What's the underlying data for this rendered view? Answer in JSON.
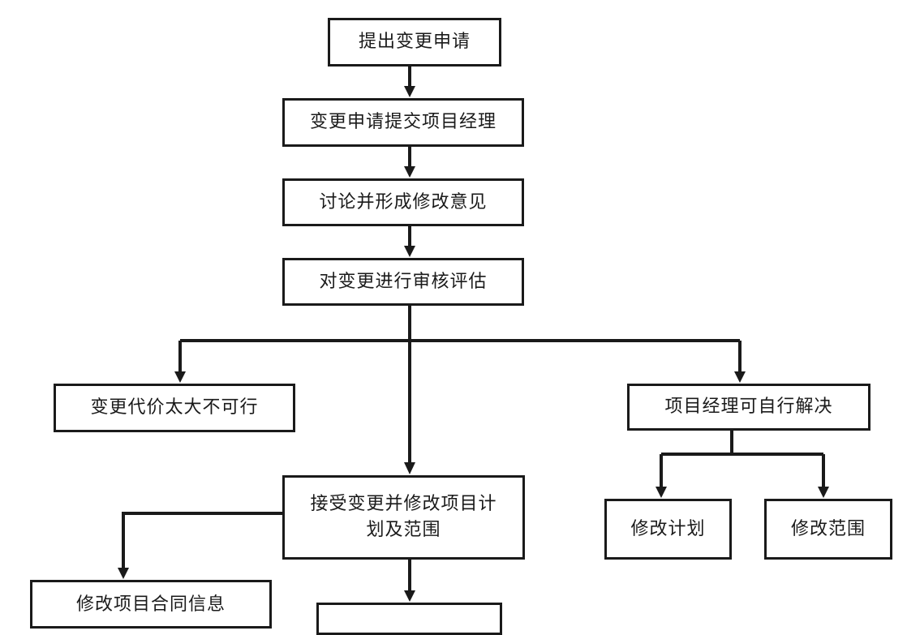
{
  "nodes": {
    "submit_request": "提出变更申请",
    "submit_to_pm": "变更申请提交项目经理",
    "discuss": "讨论并形成修改意见",
    "review": "对变更进行审核评估",
    "too_costly": "变更代价太大不可行",
    "pm_resolve": "项目经理可自行解决",
    "accept_change": "接受变更并修改项目计\n划及范围",
    "modify_plan": "修改计划",
    "modify_scope": "修改范围",
    "update_contract": "修改项目合同信息",
    "bottom_center": ""
  },
  "edges": [
    [
      "submit_request",
      "submit_to_pm"
    ],
    [
      "submit_to_pm",
      "discuss"
    ],
    [
      "discuss",
      "review"
    ],
    [
      "review",
      "too_costly"
    ],
    [
      "review",
      "accept_change"
    ],
    [
      "review",
      "pm_resolve"
    ],
    [
      "pm_resolve",
      "modify_plan"
    ],
    [
      "pm_resolve",
      "modify_scope"
    ],
    [
      "accept_change",
      "update_contract"
    ],
    [
      "accept_change",
      "bottom_center"
    ]
  ]
}
